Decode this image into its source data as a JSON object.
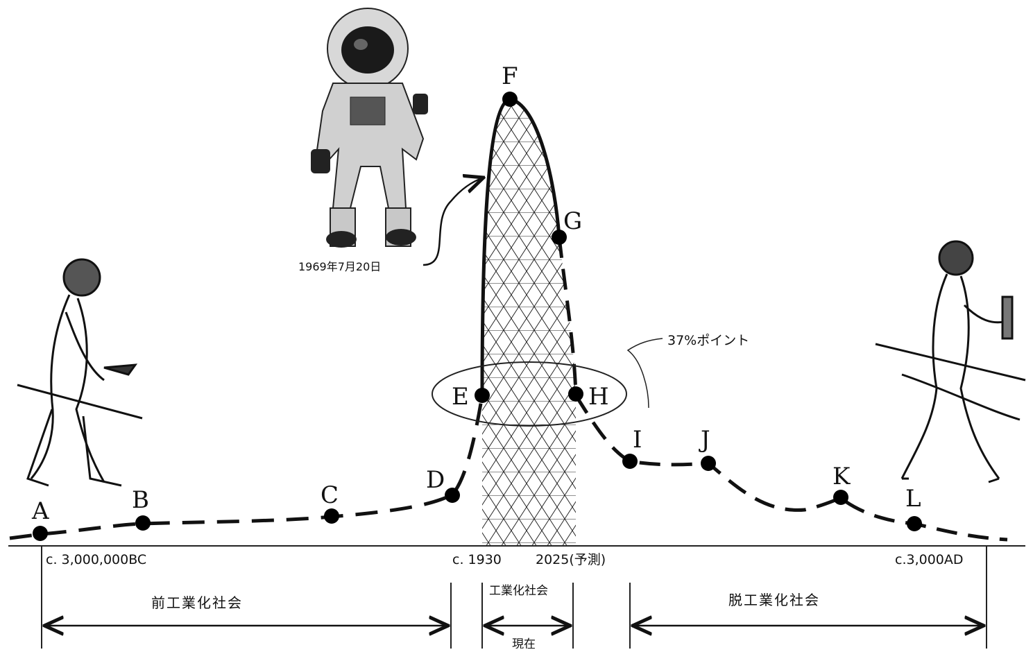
{
  "points": [
    {
      "id": "A",
      "label": "A"
    },
    {
      "id": "B",
      "label": "B"
    },
    {
      "id": "C",
      "label": "C"
    },
    {
      "id": "D",
      "label": "D"
    },
    {
      "id": "E",
      "label": "E"
    },
    {
      "id": "F",
      "label": "F"
    },
    {
      "id": "G",
      "label": "G"
    },
    {
      "id": "H",
      "label": "H"
    },
    {
      "id": "I",
      "label": "I"
    },
    {
      "id": "J",
      "label": "J"
    },
    {
      "id": "K",
      "label": "K"
    },
    {
      "id": "L",
      "label": "L"
    }
  ],
  "axis": {
    "start": "c. 3,000,000BC",
    "c1930": "c. 1930",
    "forecast": "2025(予測)",
    "end": "c.3,000AD"
  },
  "eras": {
    "pre_industrial": "前工業化社会",
    "industrial": "工業化社会",
    "present": "現在",
    "post_industrial": "脱工業化社会"
  },
  "annotations": {
    "moon_landing": "1969年7月20日",
    "percent_point": "37%ポイント"
  }
}
